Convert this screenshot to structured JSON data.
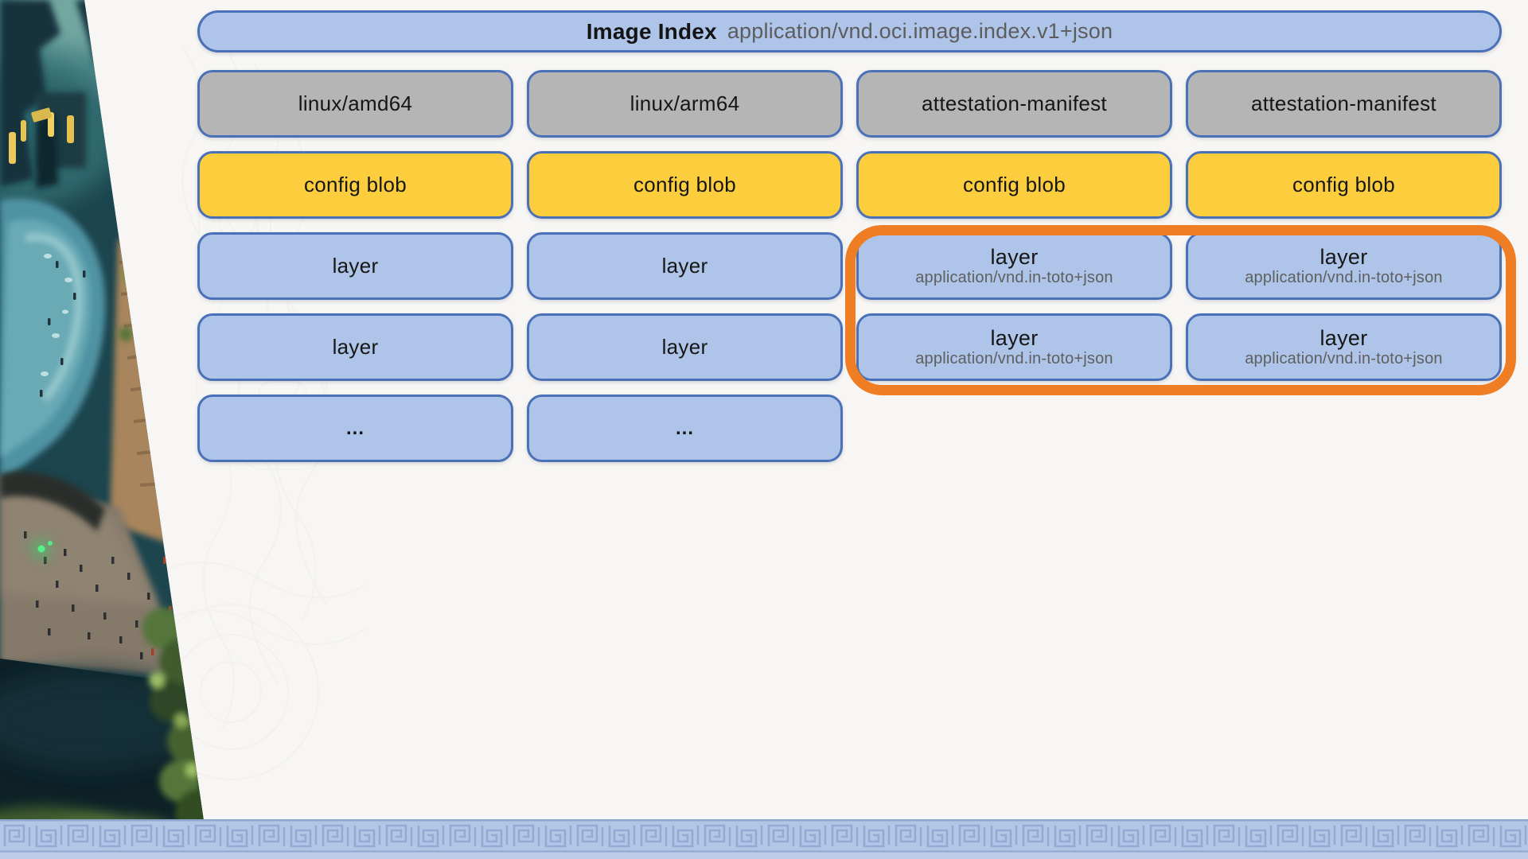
{
  "slide": {
    "banner": {
      "title": "Image Index",
      "media_type": "application/vnd.oci.image.index.v1+json"
    },
    "columns": [
      {
        "manifest": "linux/amd64",
        "config": "config blob",
        "layers": [
          {
            "title": "layer"
          },
          {
            "title": "layer"
          }
        ],
        "more": "..."
      },
      {
        "manifest": "linux/arm64",
        "config": "config blob",
        "layers": [
          {
            "title": "layer"
          },
          {
            "title": "layer"
          }
        ],
        "more": "..."
      },
      {
        "manifest": "attestation-manifest",
        "config": "config blob",
        "layers": [
          {
            "title": "layer",
            "media_type": "application/vnd.in-toto+json"
          },
          {
            "title": "layer",
            "media_type": "application/vnd.in-toto+json"
          }
        ]
      },
      {
        "manifest": "attestation-manifest",
        "config": "config blob",
        "layers": [
          {
            "title": "layer",
            "media_type": "application/vnd.in-toto+json"
          },
          {
            "title": "layer",
            "media_type": "application/vnd.in-toto+json"
          }
        ]
      }
    ],
    "colors": {
      "box_blue": "#aec4e8",
      "box_gray": "#b5b5b5",
      "box_yellow": "#fcce3e",
      "box_border": "#4a70b8",
      "highlight_orange": "#ee7d23",
      "band_blue": "#b4c6e6"
    }
  }
}
